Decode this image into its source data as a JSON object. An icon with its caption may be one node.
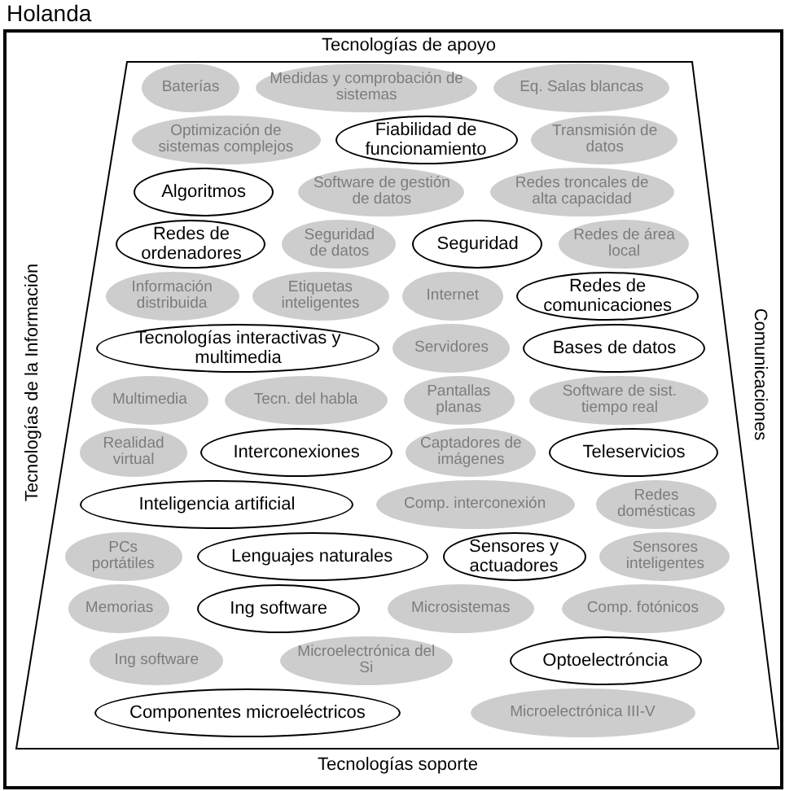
{
  "diagram": {
    "title": "Holanda",
    "nodes": [
      {
        "text": [
          "Baterías"
        ]
      },
      {
        "text": [
          "Medidas y comprobación de sistemas"
        ]
      },
      {
        "text": [
          "Eq. Salas blancas"
        ]
      },
      {
        "text": [
          "Optimización de sistemas complejos"
        ]
      },
      {
        "text": [
          "Fiabilidad de funcionamiento"
        ]
      },
      {
        "text": [
          "Transmisión de datos"
        ]
      },
      {
        "text": [
          "Algoritmos"
        ]
      },
      {
        "text": [
          "Software de gestión de datos"
        ]
      },
      {
        "text": [
          "Redes troncales de alta capacidad"
        ]
      },
      {
        "text": [
          "Redes de ordenadores"
        ]
      },
      {
        "text": [
          "Seguridad de datos"
        ]
      },
      {
        "text": [
          "Seguridad"
        ]
      },
      {
        "text": [
          "Redes de área local"
        ]
      },
      {
        "text": [
          "Información distribuida"
        ]
      },
      {
        "text": [
          "Etiquetas inteligentes"
        ]
      },
      {
        "text": [
          "Internet"
        ]
      },
      {
        "text": [
          "Redes de comunicaciones"
        ]
      },
      {
        "text": [
          "Tecnologías interactivas y multimedia"
        ]
      },
      {
        "text": [
          "Servidores"
        ]
      },
      {
        "text": [
          "Bases de datos"
        ]
      },
      {
        "text": [
          "Multimedia"
        ]
      },
      {
        "text": [
          "Tecn. del habla"
        ]
      },
      {
        "text": [
          "Pantallas planas"
        ]
      },
      {
        "text": [
          "Software de sist. tiempo real"
        ]
      },
      {
        "text": [
          "Realidad virtual"
        ]
      },
      {
        "text": [
          "Interconexiones"
        ]
      },
      {
        "text": [
          "Captadores de imágenes"
        ]
      },
      {
        "text": [
          "Teleservicios"
        ]
      },
      {
        "text": [
          "Inteligencia artificial"
        ]
      },
      {
        "text": [
          "Comp. interconexión"
        ]
      },
      {
        "text": [
          "Redes domésticas"
        ]
      },
      {
        "text": [
          "PCs portátiles"
        ]
      },
      {
        "text": [
          "Lenguajes naturales"
        ]
      },
      {
        "text": [
          "Sensores y actuadores"
        ]
      },
      {
        "text": [
          "Sensores inteligentes"
        ]
      },
      {
        "text": [
          "Memorias"
        ]
      },
      {
        "text": [
          "Ing software"
        ]
      },
      {
        "text": [
          "Microsistemas"
        ]
      },
      {
        "text": [
          "Comp. fotónicos"
        ]
      },
      {
        "text": [
          "Ing software"
        ]
      },
      {
        "text": [
          "Microelectrónica del Si"
        ]
      },
      {
        "text": [
          "Optoelectróncia"
        ]
      },
      {
        "text": [
          "Componentes microeléctricos"
        ]
      },
      {
        "text": [
          "Microelectrónica III-V"
        ]
      }
    ],
    "edges": [],
    "labels": [
      "Tecnologías de apoyo",
      "Tecnologías de la Información",
      "Comunicaciones",
      "Tecnologías soporte"
    ]
  }
}
